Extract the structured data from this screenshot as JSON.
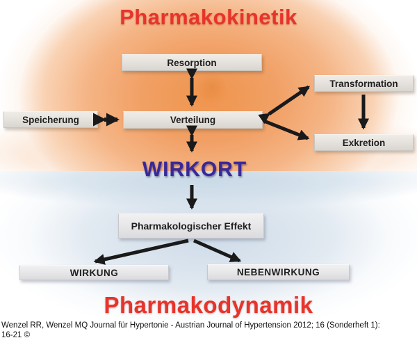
{
  "titles": {
    "top": "Pharmakokinetik",
    "middle": "WIRKORT",
    "bottom": "Pharmakodynamik"
  },
  "nodes": {
    "resorption": "Resorption",
    "verteilung": "Verteilung",
    "speicherung": "Speicherung",
    "transformation": "Transformation",
    "exkretion": "Exkretion",
    "effekt": "Pharmakologischer Effekt",
    "wirkung": "WIRKUNG",
    "nebenwirkung": "NEBENWIRKUNG"
  },
  "edges": [
    {
      "from": "Resorption",
      "to": "Verteilung",
      "direction": "both"
    },
    {
      "from": "Speicherung",
      "to": "Verteilung",
      "direction": "both"
    },
    {
      "from": "Verteilung",
      "to": "Transformation",
      "direction": "both"
    },
    {
      "from": "Verteilung",
      "to": "Exkretion",
      "direction": "forward"
    },
    {
      "from": "Transformation",
      "to": "Exkretion",
      "direction": "forward"
    },
    {
      "from": "Verteilung",
      "to": "WIRKORT",
      "direction": "both"
    },
    {
      "from": "WIRKORT",
      "to": "Pharmakologischer Effekt",
      "direction": "forward"
    },
    {
      "from": "Pharmakologischer Effekt",
      "to": "WIRKUNG",
      "direction": "forward"
    },
    {
      "from": "Pharmakologischer Effekt",
      "to": "NEBENWIRKUNG",
      "direction": "forward"
    }
  ],
  "citation": {
    "line1": "Wenzel RR, Wenzel MQ Journal für Hypertonie - Austrian Journal of Hypertension 2012; 16 (Sonderheft 1):",
    "line2": "16-21 ©"
  },
  "colors": {
    "title_red": "#e7342b",
    "wirkort_purple": "#38289b",
    "arrow_black": "#1a1a1a",
    "orange_glow": "#ef944d",
    "blue_glow": "#cbd9e7",
    "box_fill": "#e4e0da"
  }
}
